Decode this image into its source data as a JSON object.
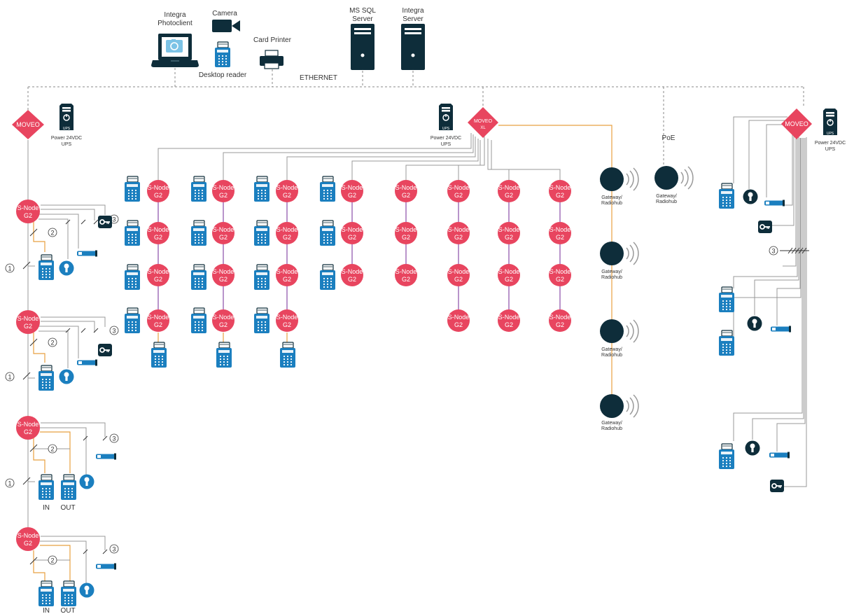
{
  "labels": {
    "photoclient_l1": "Integra",
    "photoclient_l2": "Photoclient",
    "camera": "Camera",
    "desktop_reader": "Desktop reader",
    "card_printer": "Card Printer",
    "mssql_l1": "MS SQL",
    "mssql_l2": "Server",
    "integra_server_l1": "Integra",
    "integra_server_l2": "Server",
    "ethernet": "ETHERNET",
    "poe": "PoE",
    "moveo": "MOVEO",
    "moveo_xl_l1": "MOVEO",
    "moveo_xl_l2": "XL",
    "ups_badge": "UPS",
    "power_l1": "Power 24VDC",
    "power_l2": "UPS",
    "snode_l1": "S-Node",
    "snode_l2": "G2",
    "gateway_l1": "Gateway/",
    "gateway_l2": "Radiohub",
    "in": "IN",
    "out": "OUT",
    "num1": "1",
    "num2": "2",
    "num3": "3"
  },
  "colors": {
    "node_red": "#e8455f",
    "dark_navy": "#0e2d3a",
    "reader_blue": "#1b7fbf",
    "line_purple": "#8a4ca8",
    "line_orange": "#e8a040",
    "line_gray": "#9a9a9a",
    "ethernet_dash": "#888888"
  }
}
